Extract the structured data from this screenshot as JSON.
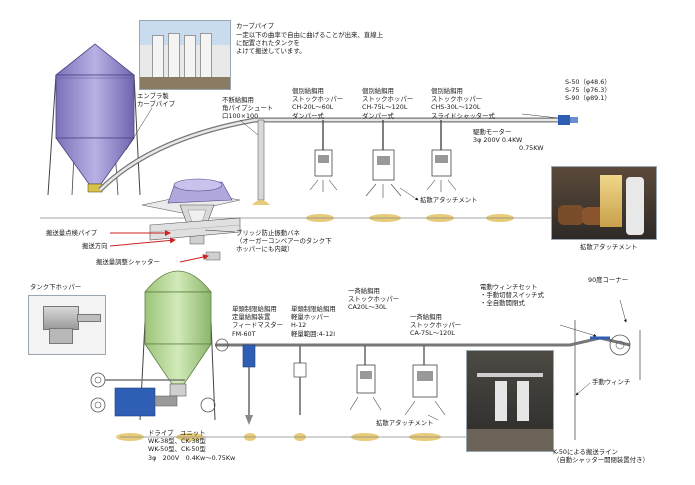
{
  "top": {
    "curve_pipe_title": "カーブパイプ",
    "curve_pipe_desc": [
      "一定以下の曲率で自由に曲げることが出来、直線上に配置されたタンクを",
      "よけて搬送しています。"
    ],
    "enbula_pipe": [
      "エンブラ製",
      "カーブパイプ"
    ],
    "continuous_chute": [
      "不断給餌用",
      "角パイプシュート",
      "口100×100"
    ],
    "hopper1": [
      "個別給餌用",
      "ストックホッパー",
      "CH-20L～60L",
      "ダンパー式"
    ],
    "hopper2": [
      "個別給餌用",
      "ストックホッパー",
      "CH-75L～120L",
      "ダンパー式"
    ],
    "hopper3": [
      "個別給餌用",
      "ストックホッパー",
      "CHS-30L～120L",
      "スライドシャッター式"
    ],
    "models": [
      "S-50（φ48.6）",
      "S-75（φ76.3）",
      "S-90（φ89.1）"
    ],
    "motor": [
      "駆動モーター",
      "3φ 200V 0.4KW",
      "0.75KW"
    ],
    "diffuser": "拡散アタッチメント",
    "photo_caption": "拡散アタッチメント",
    "check_pipe": "搬送量点検パイプ",
    "direction": "搬送方向",
    "shutter": "搬送量調整シャッター",
    "bridge": [
      "ブリッジ防止振動バネ",
      "（オーガーコンベアーのタンク下",
      "ホッパーにも内蔵）"
    ]
  },
  "bottom": {
    "tank_hopper": "タンク下ホッパー",
    "feed_master": [
      "単頭制限給餌用",
      "定量給餌装置",
      "フィードマスター",
      "FM-60T"
    ],
    "light_hopper": [
      "単頭制限給餌用",
      "軽量ホッパー",
      "H-12",
      "軽量範囲:4-12l"
    ],
    "simul1": [
      "一斉給餌用",
      "ストックホッパー",
      "CA20L～30L"
    ],
    "simul2": [
      "一斉給餌用",
      "ストックホッパー",
      "CA-75L～120L"
    ],
    "winch_set": [
      "電動ウィンチセット",
      "・手動切替スイッチ式",
      "・全自動開閉式"
    ],
    "corner": "90度コーナー",
    "manual_winch": "手動ウィンチ",
    "diffuser": "拡散アタッチメント",
    "drive_unit": [
      "ドライブ　ユニット",
      "WK-38型、CK-38型",
      "WK-50型、CK-50型",
      "3φ　200V　0.4Kw～0.75Kw"
    ],
    "line_caption": [
      "K-50による搬送ライン",
      "（自動シャッター開閉装置付き）"
    ]
  },
  "colors": {
    "tank_top": "#8f86c8",
    "tank_bottom": "#b6d596",
    "blue": "#2f5fb4",
    "pipe": "#666666",
    "feed": "#e8cc7a",
    "arrow": "#cc2222"
  }
}
